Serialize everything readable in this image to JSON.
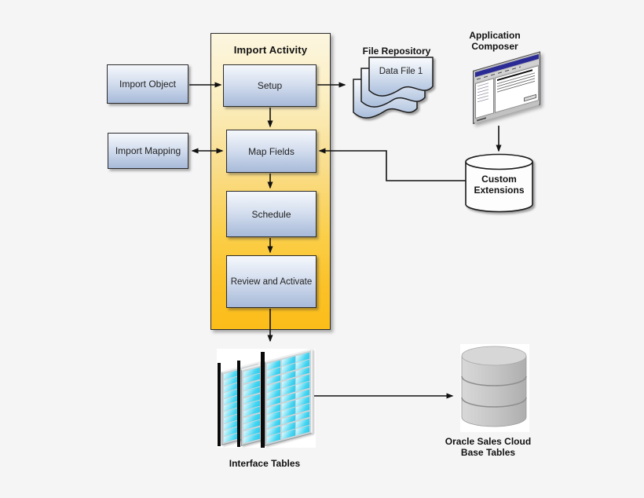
{
  "colors": {
    "bg": "#f5f5f6",
    "ink": "#111111",
    "container_top": "#fcf6e0",
    "container_mid": "#f9dd8c",
    "container_bottom": "#fbbd18",
    "node_top": "#f5f8fc",
    "node_mid": "#d3ddee",
    "node_bottom": "#a7bad9",
    "cell_a": "#dff8fc",
    "cell_b": "#2cc8ec",
    "titlebar": "#2b2b96"
  },
  "activity": {
    "title": "Import Activity",
    "steps": [
      {
        "label": "Setup"
      },
      {
        "label": "Map Fields"
      },
      {
        "label": "Schedule"
      },
      {
        "label": "Review and Activate"
      }
    ]
  },
  "inputs": {
    "import_object": "Import Object",
    "import_mapping": "Import Mapping"
  },
  "repository": {
    "title": "File Repository",
    "file": "Data File 1"
  },
  "composer": {
    "title": "Application Composer"
  },
  "custom_extensions": {
    "label": "Custom Extensions"
  },
  "interface_tables": {
    "label": "Interface Tables"
  },
  "base_tables": {
    "label": "Oracle Sales Cloud Base Tables"
  }
}
